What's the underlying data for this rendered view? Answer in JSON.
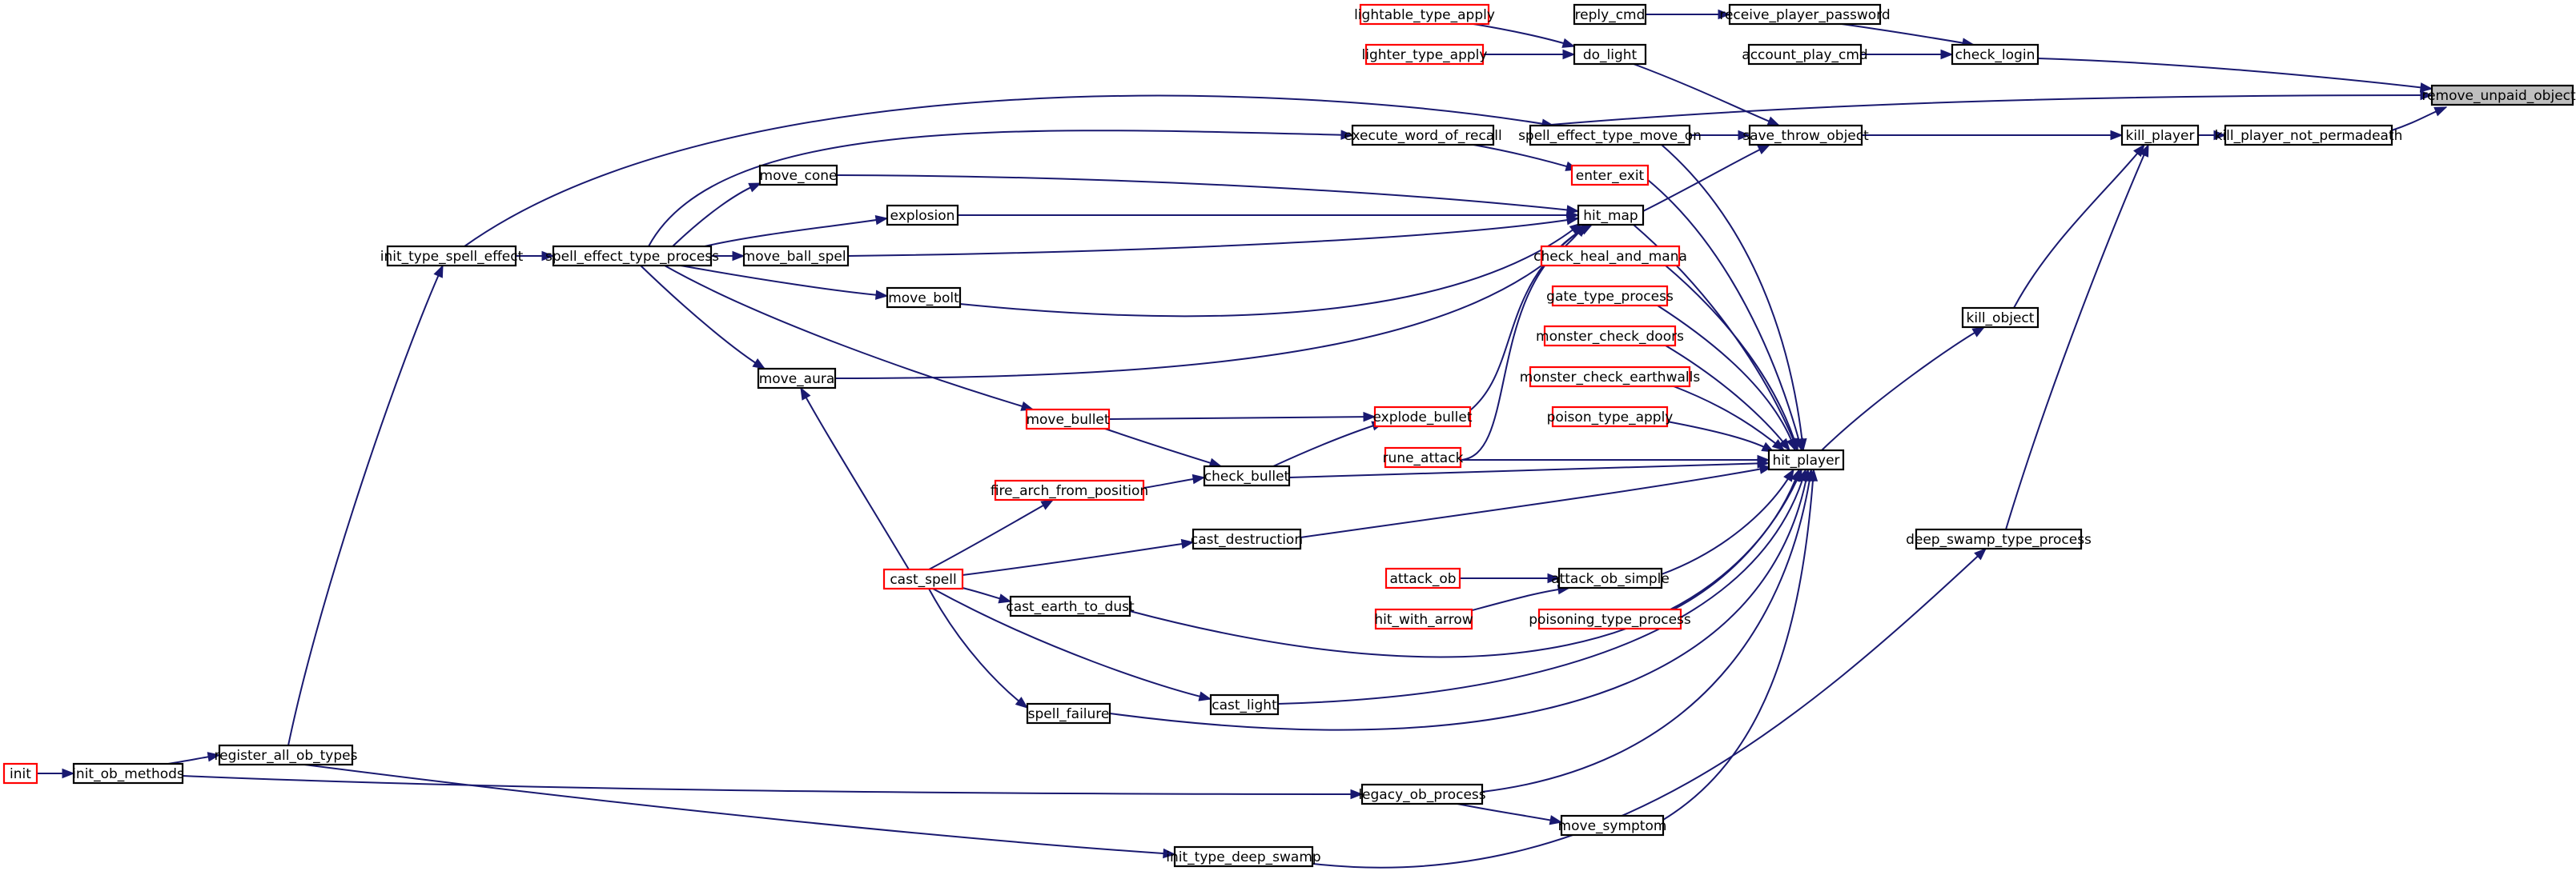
{
  "graph_title": "",
  "colors": {
    "edge": "#191970",
    "black_border": "#000000",
    "red_border": "#ff0000",
    "root_fill": "#bfbfbf"
  },
  "nodes": {
    "remove_unpaid_objects": {
      "label": "remove_unpaid_objects",
      "style": "root"
    },
    "kill_player_not_permadeath": {
      "label": "kill_player_not_permadeath",
      "style": "black"
    },
    "kill_player": {
      "label": "kill_player",
      "style": "black"
    },
    "check_login": {
      "label": "check_login",
      "style": "black"
    },
    "receive_player_password": {
      "label": "receive_player_password",
      "style": "black"
    },
    "reply_cmd": {
      "label": "reply_cmd",
      "style": "black"
    },
    "account_play_cmd": {
      "label": "account_play_cmd",
      "style": "black"
    },
    "save_throw_object": {
      "label": "save_throw_object",
      "style": "black"
    },
    "kill_object": {
      "label": "kill_object",
      "style": "black"
    },
    "deep_swamp_type_process": {
      "label": "deep_swamp_type_process",
      "style": "black"
    },
    "hit_player": {
      "label": "hit_player",
      "style": "black"
    },
    "do_light": {
      "label": "do_light",
      "style": "black"
    },
    "lightable_type_apply": {
      "label": "lightable_type_apply",
      "style": "red"
    },
    "lighter_type_apply": {
      "label": "lighter_type_apply",
      "style": "red"
    },
    "spell_effect_type_move_on": {
      "label": "spell_effect_type_move_on",
      "style": "black"
    },
    "hit_map": {
      "label": "hit_map",
      "style": "black"
    },
    "enter_exit": {
      "label": "enter_exit",
      "style": "red"
    },
    "execute_word_of_recall": {
      "label": "execute_word_of_recall",
      "style": "black"
    },
    "check_heal_and_mana": {
      "label": "check_heal_and_mana",
      "style": "red"
    },
    "gate_type_process": {
      "label": "gate_type_process",
      "style": "red"
    },
    "monster_check_doors": {
      "label": "monster_check_doors",
      "style": "red"
    },
    "monster_check_earthwalls": {
      "label": "monster_check_earthwalls",
      "style": "red"
    },
    "poison_type_apply": {
      "label": "poison_type_apply",
      "style": "red"
    },
    "explode_bullet": {
      "label": "explode_bullet",
      "style": "red"
    },
    "rune_attack": {
      "label": "rune_attack",
      "style": "red"
    },
    "check_bullet": {
      "label": "check_bullet",
      "style": "black"
    },
    "cast_destruction": {
      "label": "cast_destruction",
      "style": "black"
    },
    "attack_ob_simple": {
      "label": "attack_ob_simple",
      "style": "black"
    },
    "attack_ob": {
      "label": "attack_ob",
      "style": "red"
    },
    "hit_with_arrow": {
      "label": "hit_with_arrow",
      "style": "red"
    },
    "poisoning_type_process": {
      "label": "poisoning_type_process",
      "style": "red"
    },
    "cast_earth_to_dust": {
      "label": "cast_earth_to_dust",
      "style": "black"
    },
    "cast_light": {
      "label": "cast_light",
      "style": "black"
    },
    "spell_failure": {
      "label": "spell_failure",
      "style": "black"
    },
    "legacy_ob_process": {
      "label": "legacy_ob_process",
      "style": "black"
    },
    "move_symptom": {
      "label": "move_symptom",
      "style": "black"
    },
    "init_type_deep_swamp": {
      "label": "init_type_deep_swamp",
      "style": "black"
    },
    "move_cone": {
      "label": "move_cone",
      "style": "black"
    },
    "explosion": {
      "label": "explosion",
      "style": "black"
    },
    "move_ball_spell": {
      "label": "move_ball_spell",
      "style": "black"
    },
    "move_bolt": {
      "label": "move_bolt",
      "style": "black"
    },
    "move_aura": {
      "label": "move_aura",
      "style": "black"
    },
    "move_bullet": {
      "label": "move_bullet",
      "style": "red"
    },
    "fire_arch_from_position": {
      "label": "fire_arch_from_position",
      "style": "red"
    },
    "cast_spell": {
      "label": "cast_spell",
      "style": "red"
    },
    "spell_effect_type_process": {
      "label": "spell_effect_type_process",
      "style": "black"
    },
    "init_type_spell_effect": {
      "label": "init_type_spell_effect",
      "style": "black"
    },
    "register_all_ob_types": {
      "label": "register_all_ob_types",
      "style": "black"
    },
    "init_ob_methods": {
      "label": "init_ob_methods",
      "style": "black"
    },
    "init": {
      "label": "init",
      "style": "red"
    }
  },
  "edges": [
    {
      "from": "kill_player_not_permadeath",
      "to": "remove_unpaid_objects"
    },
    {
      "from": "check_login",
      "to": "remove_unpaid_objects"
    },
    {
      "from": "spell_effect_type_move_on",
      "to": "remove_unpaid_objects"
    },
    {
      "from": "kill_player",
      "to": "kill_player_not_permadeath"
    },
    {
      "from": "save_throw_object",
      "to": "kill_player"
    },
    {
      "from": "kill_object",
      "to": "kill_player"
    },
    {
      "from": "deep_swamp_type_process",
      "to": "kill_player"
    },
    {
      "from": "receive_player_password",
      "to": "check_login"
    },
    {
      "from": "account_play_cmd",
      "to": "check_login"
    },
    {
      "from": "reply_cmd",
      "to": "receive_player_password"
    },
    {
      "from": "hit_player",
      "to": "kill_object"
    },
    {
      "from": "init_type_deep_swamp",
      "to": "deep_swamp_type_process"
    },
    {
      "from": "do_light",
      "to": "save_throw_object"
    },
    {
      "from": "spell_effect_type_move_on",
      "to": "save_throw_object"
    },
    {
      "from": "hit_map",
      "to": "save_throw_object"
    },
    {
      "from": "lightable_type_apply",
      "to": "do_light"
    },
    {
      "from": "lighter_type_apply",
      "to": "do_light"
    },
    {
      "from": "init_type_spell_effect",
      "to": "spell_effect_type_move_on"
    },
    {
      "from": "hit_map",
      "to": "hit_player"
    },
    {
      "from": "spell_effect_type_move_on",
      "to": "hit_player"
    },
    {
      "from": "enter_exit",
      "to": "hit_player"
    },
    {
      "from": "check_heal_and_mana",
      "to": "hit_player"
    },
    {
      "from": "gate_type_process",
      "to": "hit_player"
    },
    {
      "from": "monster_check_doors",
      "to": "hit_player"
    },
    {
      "from": "monster_check_earthwalls",
      "to": "hit_player"
    },
    {
      "from": "poison_type_apply",
      "to": "hit_player"
    },
    {
      "from": "rune_attack",
      "to": "hit_player"
    },
    {
      "from": "check_bullet",
      "to": "hit_player"
    },
    {
      "from": "cast_destruction",
      "to": "hit_player"
    },
    {
      "from": "attack_ob_simple",
      "to": "hit_player"
    },
    {
      "from": "poisoning_type_process",
      "to": "hit_player"
    },
    {
      "from": "cast_earth_to_dust",
      "to": "hit_player"
    },
    {
      "from": "cast_light",
      "to": "hit_player"
    },
    {
      "from": "spell_failure",
      "to": "hit_player"
    },
    {
      "from": "legacy_ob_process",
      "to": "hit_player"
    },
    {
      "from": "move_symptom",
      "to": "hit_player"
    },
    {
      "from": "execute_word_of_recall",
      "to": "enter_exit"
    },
    {
      "from": "spell_effect_type_process",
      "to": "execute_word_of_recall"
    },
    {
      "from": "move_cone",
      "to": "hit_map"
    },
    {
      "from": "explosion",
      "to": "hit_map"
    },
    {
      "from": "move_ball_spell",
      "to": "hit_map"
    },
    {
      "from": "move_bolt",
      "to": "hit_map"
    },
    {
      "from": "move_aura",
      "to": "hit_map"
    },
    {
      "from": "explode_bullet",
      "to": "hit_map"
    },
    {
      "from": "rune_attack",
      "to": "hit_map"
    },
    {
      "from": "check_bullet",
      "to": "explode_bullet"
    },
    {
      "from": "move_bullet",
      "to": "explode_bullet"
    },
    {
      "from": "move_bullet",
      "to": "check_bullet"
    },
    {
      "from": "fire_arch_from_position",
      "to": "check_bullet"
    },
    {
      "from": "cast_spell",
      "to": "fire_arch_from_position"
    },
    {
      "from": "cast_spell",
      "to": "cast_destruction"
    },
    {
      "from": "cast_spell",
      "to": "cast_earth_to_dust"
    },
    {
      "from": "cast_spell",
      "to": "cast_light"
    },
    {
      "from": "cast_spell",
      "to": "spell_failure"
    },
    {
      "from": "cast_spell",
      "to": "move_aura"
    },
    {
      "from": "attack_ob",
      "to": "attack_ob_simple"
    },
    {
      "from": "hit_with_arrow",
      "to": "attack_ob_simple"
    },
    {
      "from": "legacy_ob_process",
      "to": "move_symptom"
    },
    {
      "from": "init_ob_methods",
      "to": "legacy_ob_process"
    },
    {
      "from": "spell_effect_type_process",
      "to": "move_cone"
    },
    {
      "from": "spell_effect_type_process",
      "to": "explosion"
    },
    {
      "from": "spell_effect_type_process",
      "to": "move_ball_spell"
    },
    {
      "from": "spell_effect_type_process",
      "to": "move_bolt"
    },
    {
      "from": "spell_effect_type_process",
      "to": "move_aura"
    },
    {
      "from": "spell_effect_type_process",
      "to": "move_bullet"
    },
    {
      "from": "init_type_spell_effect",
      "to": "spell_effect_type_process"
    },
    {
      "from": "register_all_ob_types",
      "to": "init_type_spell_effect"
    },
    {
      "from": "register_all_ob_types",
      "to": "init_type_deep_swamp"
    },
    {
      "from": "init_ob_methods",
      "to": "register_all_ob_types"
    },
    {
      "from": "init",
      "to": "init_ob_methods"
    }
  ]
}
